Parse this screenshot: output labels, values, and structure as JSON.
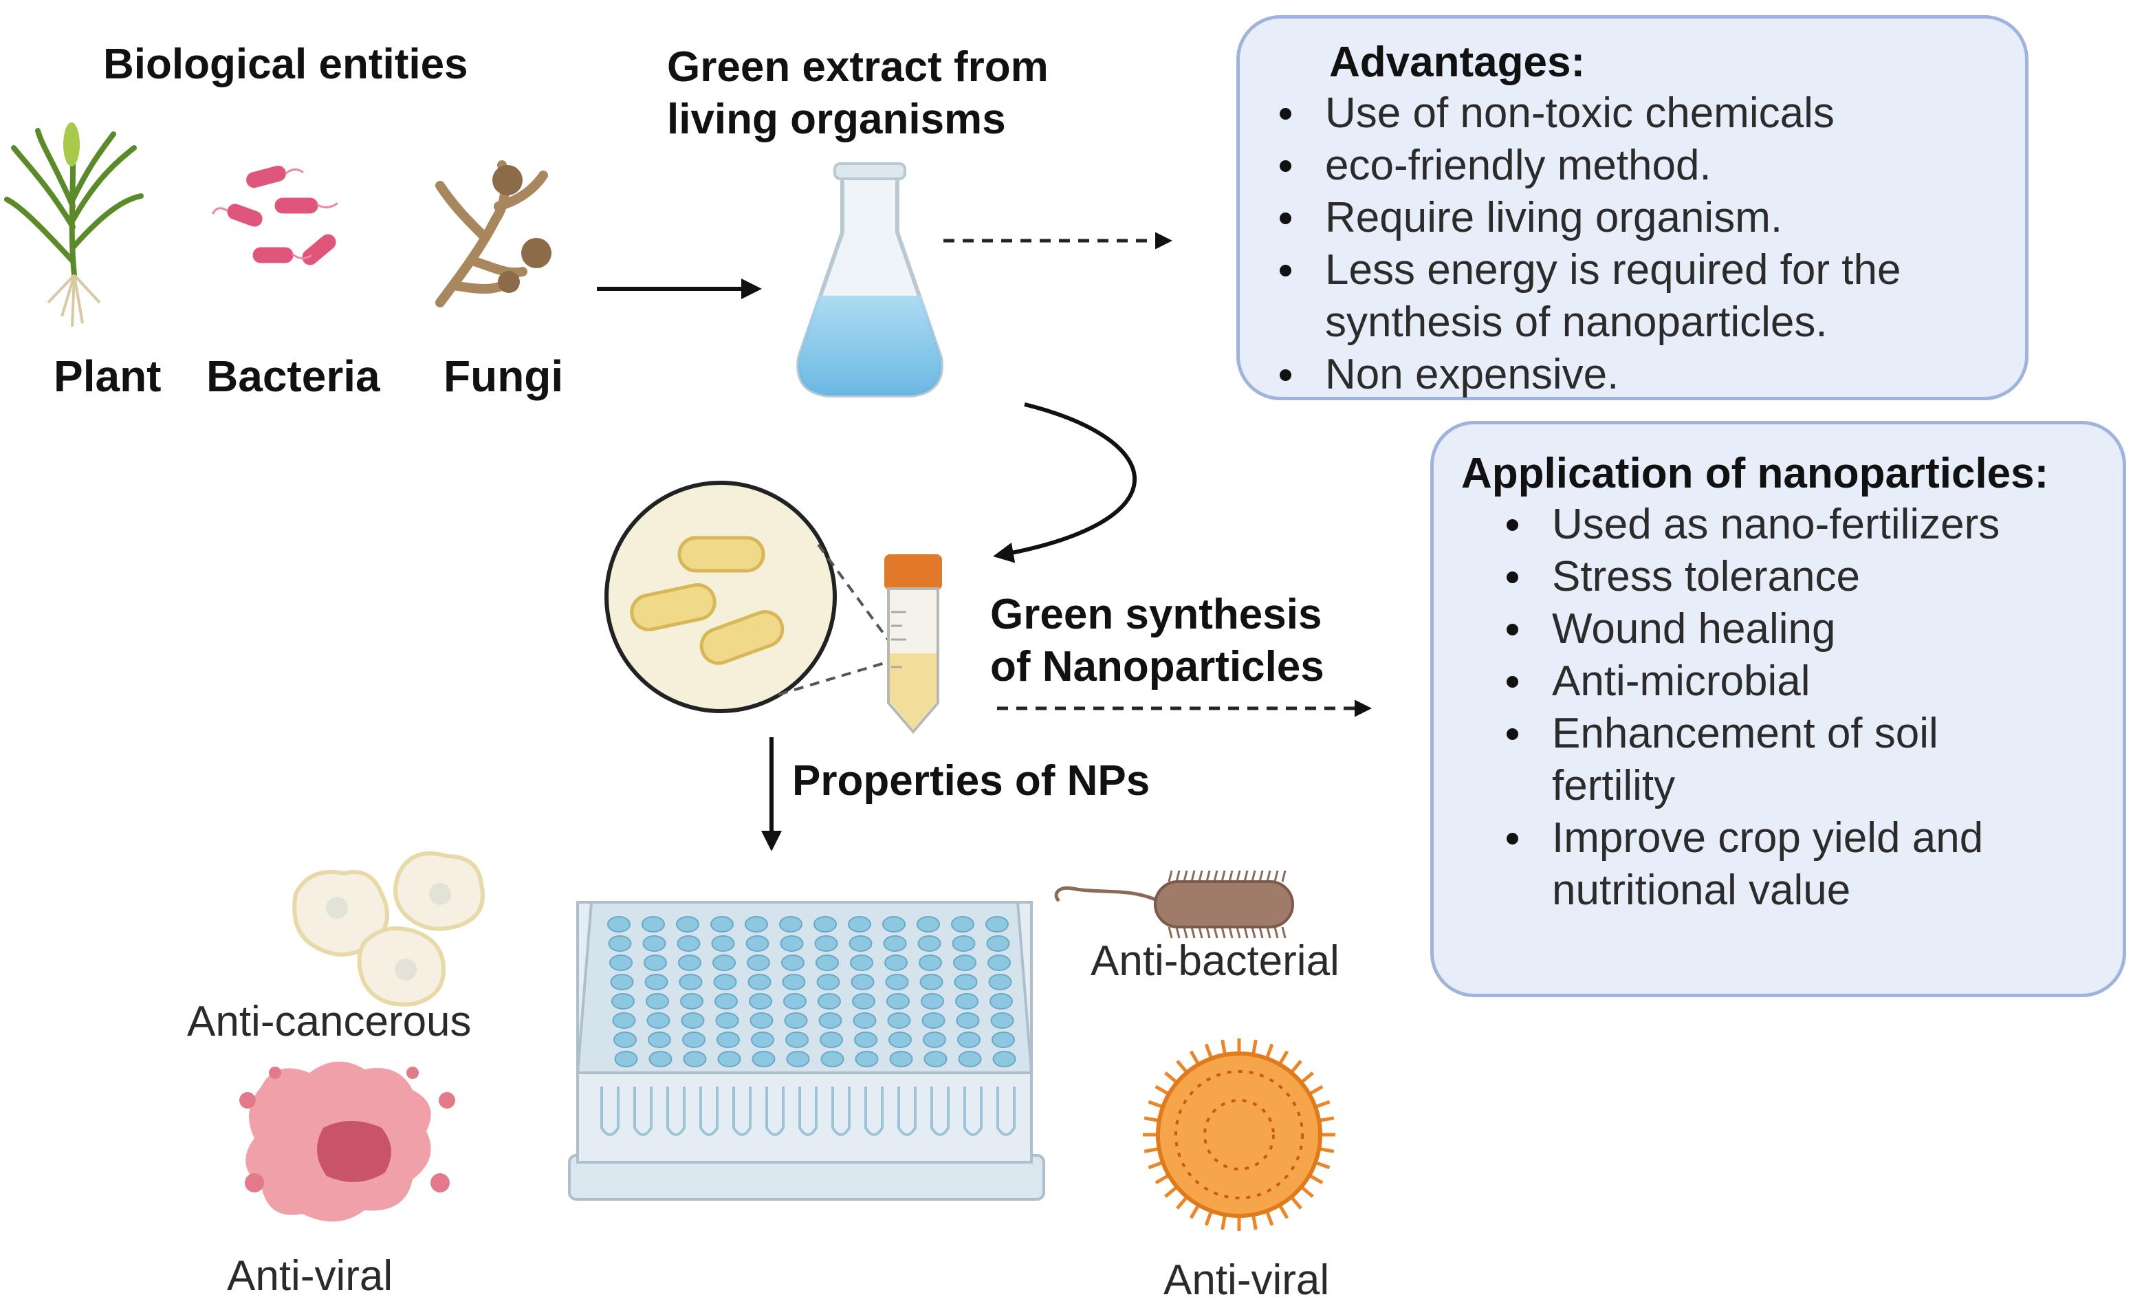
{
  "biological": {
    "heading": "Biological entities",
    "entities": [
      "Plant",
      "Bacteria",
      "Fungi"
    ]
  },
  "extract": {
    "heading_line1": "Green extract from",
    "heading_line2": "living organisms"
  },
  "advantages": {
    "heading": "Advantages:",
    "items": [
      "Use of non-toxic chemicals",
      "eco-friendly method.",
      "Require living organism.",
      "Less energy is required for the synthesis of nanoparticles.",
      "Non expensive."
    ]
  },
  "applications": {
    "heading": "Application of nanoparticles:",
    "items": [
      "Used as nano-fertilizers",
      "Stress tolerance",
      "Wound healing",
      "Anti-microbial",
      "Enhancement of soil fertility",
      "Improve crop yield and nutritional value"
    ]
  },
  "synthesis": {
    "line1": "Green synthesis",
    "line2": "of Nanoparticles"
  },
  "properties": {
    "heading": "Properties of NPs",
    "labels": {
      "anti_cancerous": "Anti-cancerous",
      "anti_viral_left": "Anti-viral",
      "anti_bacterial": "Anti-bacterial",
      "anti_viral_right": "Anti-viral"
    }
  },
  "colors": {
    "card_fill": "#e8eef9",
    "card_border": "#9fb3dd",
    "plate": "#cfe0ea",
    "bacteria_pink": "#e0557a",
    "nanoparticle_yellow": "#f1d98a"
  },
  "icons": [
    "plant-icon",
    "bacteria-icon",
    "fungi-icon",
    "flask-icon",
    "magnifier-icon",
    "test-tube-icon",
    "well-plate-icon",
    "cancer-cells-icon",
    "tumor-icon",
    "bacterium-icon",
    "virus-icon"
  ]
}
